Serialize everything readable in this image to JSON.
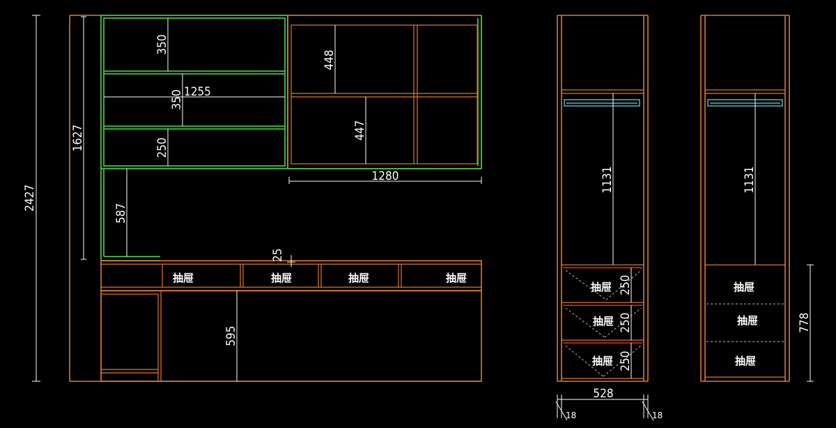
{
  "front_elevation": {
    "dims": {
      "overall_height": "2427",
      "upper_height": "1627",
      "open_shelf_1": "350",
      "open_shelf_2": "350",
      "open_shelf_3": "250",
      "open_width": "1255",
      "cabinet_upper": "448",
      "cabinet_lower": "447",
      "cabinet_width": "1280",
      "desk_gap": "587",
      "desk_top": "25",
      "lower_height": "595"
    },
    "drawers": [
      "抽屉",
      "抽屉",
      "抽屉",
      "抽屉"
    ]
  },
  "side_view_1": {
    "dims": {
      "hanging": "1131",
      "drawer_1": "250",
      "drawer_2": "250",
      "drawer_3": "250",
      "depth": "528",
      "panel_left": "18",
      "panel_right": "18"
    },
    "drawers": [
      "抽屉",
      "抽屉",
      "抽屉"
    ]
  },
  "side_view_2": {
    "dims": {
      "hanging": "1131",
      "drawer_zone": "778"
    },
    "drawers": [
      "抽屉",
      "抽屉",
      "抽屉"
    ]
  },
  "colors": {
    "background": "#000000",
    "carcass": "#e07a2c",
    "open_shelf": "#3ec43e",
    "drawer_front": "#e03030",
    "hanging_rail": "#4fb6c4",
    "dimension": "#ffffff"
  }
}
